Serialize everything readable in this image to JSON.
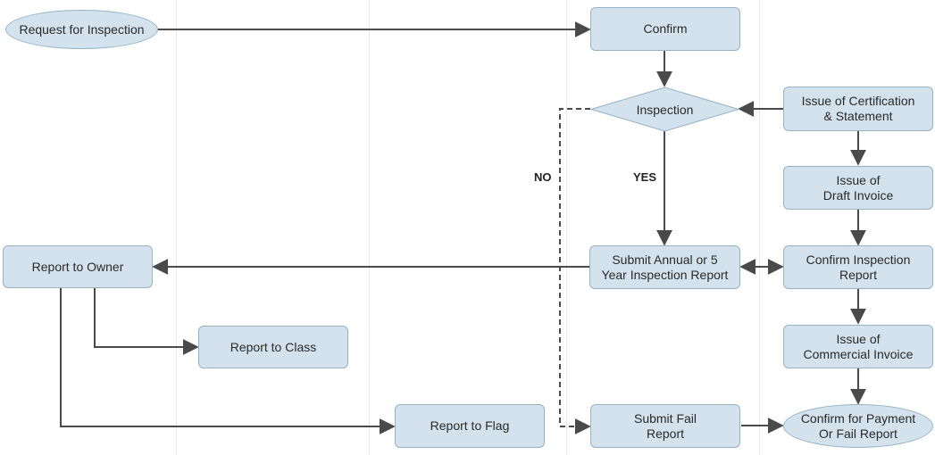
{
  "nodes": {
    "request_inspection": "Request for Inspection",
    "confirm": "Confirm",
    "inspection": "Inspection",
    "issue_certification": "Issue of Certification\n& Statement",
    "issue_draft_invoice": "Issue of\nDraft Invoice",
    "submit_annual_report": "Submit Annual or 5\nYear Inspection Report",
    "confirm_inspection_report": "Confirm Inspection\nReport",
    "report_to_owner": "Report to Owner",
    "report_to_class": "Report to Class",
    "issue_commercial_invoice": "Issue of\nCommercial Invoice",
    "report_to_flag": "Report to Flag",
    "submit_fail_report": "Submit Fail\nReport",
    "confirm_payment": "Confirm for Payment\nOr Fail Report"
  },
  "edge_labels": {
    "no": "NO",
    "yes": "YES"
  },
  "colors": {
    "node_fill": "#d3e2ec",
    "node_border": "#94b3c7",
    "line": "#4a4a4a"
  }
}
